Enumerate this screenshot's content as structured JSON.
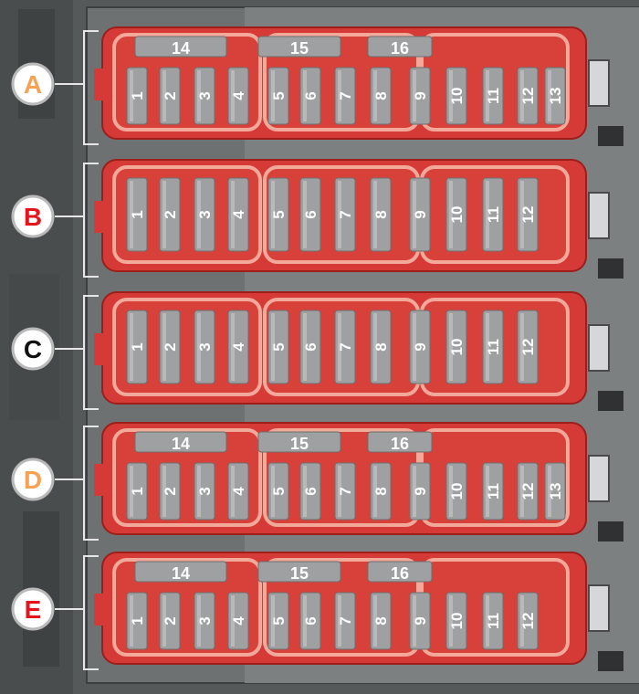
{
  "colors": {
    "background": "#56595a",
    "panel": "#6e7172",
    "holder_red": "#d63a36",
    "holder_outline": "#f2a99a",
    "fuse_grey": "#9fa0a2",
    "fuse_text": "#ffffff",
    "label_colors": {
      "A": "#f7a154",
      "B": "#e3141c",
      "C": "#111111",
      "D": "#f7a154",
      "E": "#e3141c"
    }
  },
  "rows": [
    {
      "label": "A",
      "top_fuses": [
        "14",
        "15",
        "16"
      ],
      "bottom_fuses": [
        "1",
        "2",
        "3",
        "4",
        "5",
        "6",
        "7",
        "8",
        "9",
        "10",
        "11",
        "12",
        "13"
      ]
    },
    {
      "label": "B",
      "top_fuses": [],
      "bottom_fuses": [
        "1",
        "2",
        "3",
        "4",
        "5",
        "6",
        "7",
        "8",
        "9",
        "10",
        "11",
        "12"
      ]
    },
    {
      "label": "C",
      "top_fuses": [],
      "bottom_fuses": [
        "1",
        "2",
        "3",
        "4",
        "5",
        "6",
        "7",
        "8",
        "9",
        "10",
        "11",
        "12"
      ]
    },
    {
      "label": "D",
      "top_fuses": [
        "14",
        "15",
        "16"
      ],
      "bottom_fuses": [
        "1",
        "2",
        "3",
        "4",
        "5",
        "6",
        "7",
        "8",
        "9",
        "10",
        "11",
        "12",
        "13"
      ]
    },
    {
      "label": "E",
      "top_fuses": [
        "14",
        "15",
        "16"
      ],
      "bottom_fuses": [
        "1",
        "2",
        "3",
        "4",
        "5",
        "6",
        "7",
        "8",
        "9",
        "10",
        "11",
        "12"
      ]
    }
  ]
}
